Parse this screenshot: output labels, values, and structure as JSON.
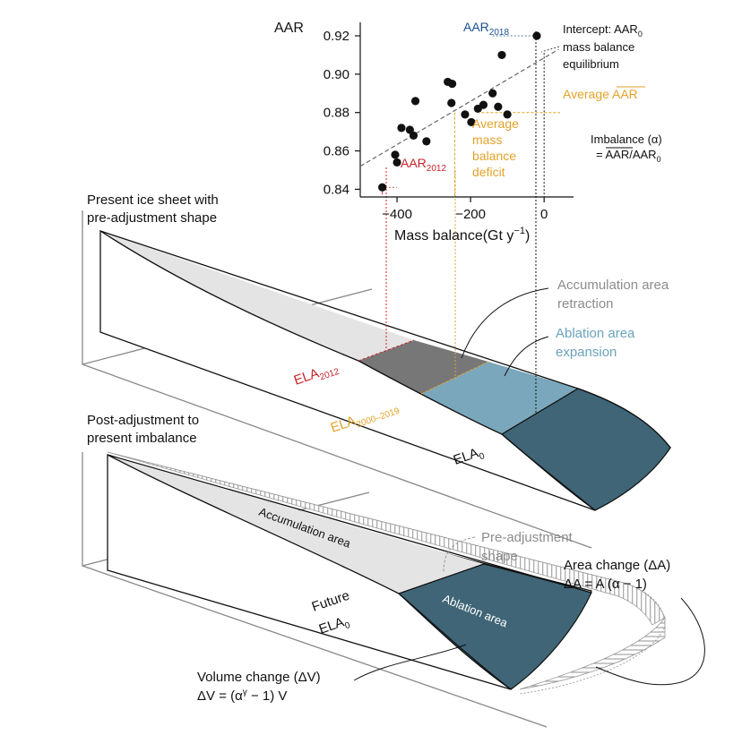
{
  "colors": {
    "ink": "#111111",
    "gray_text": "#8c8c8c",
    "red": "#c8242b",
    "orange": "#e3a229",
    "blue_label": "#1d4f91",
    "ablation_light": "#7aa7bc",
    "ablation_dark": "#3f6577",
    "retraction": "#777777",
    "accumulation": "#e4e4e4"
  },
  "scatter": {
    "y_title": "AAR",
    "x_title_main": "Mass balance(Gt y",
    "x_title_sup": "−1",
    "x_title_end": ")",
    "y_ticks": [
      "0.84",
      "0.86",
      "0.88",
      "0.90",
      "0.92"
    ],
    "x_ticks": [
      "−400",
      "−200",
      "0"
    ],
    "aar2018_main": "AAR",
    "aar2018_sub": "2018",
    "aar2012_main": "AAR",
    "aar2012_sub": "2012",
    "intercept_line1": "Intercept: AAR",
    "intercept_sub": "0",
    "intercept_line2": "mass balance",
    "intercept_line3": "equilibrium",
    "average_aar": "Average AAR",
    "deficit_line1": "Average",
    "deficit_line2": "mass",
    "deficit_line3": "balance",
    "deficit_line4": "deficit",
    "imbalance_line1": "Imbalance (α)",
    "imbalance_line2_a": "= AAR/AAR",
    "imbalance_line2_sub": "0"
  },
  "chart_data": {
    "type": "scatter",
    "title": "",
    "xlabel": "Mass balance(Gt y−1)",
    "ylabel": "AAR",
    "xlim": [
      -500,
      80
    ],
    "ylim": [
      0.836,
      0.927
    ],
    "x_ticks": [
      -400,
      -200,
      0
    ],
    "y_ticks": [
      0.84,
      0.86,
      0.88,
      0.9,
      0.92
    ],
    "points": [
      {
        "x": -440,
        "y": 0.841
      },
      {
        "x": -405,
        "y": 0.858
      },
      {
        "x": -400,
        "y": 0.854
      },
      {
        "x": -388,
        "y": 0.872
      },
      {
        "x": -365,
        "y": 0.871
      },
      {
        "x": -355,
        "y": 0.868
      },
      {
        "x": -350,
        "y": 0.886
      },
      {
        "x": -320,
        "y": 0.865
      },
      {
        "x": -262,
        "y": 0.896
      },
      {
        "x": -250,
        "y": 0.895
      },
      {
        "x": -252,
        "y": 0.885
      },
      {
        "x": -215,
        "y": 0.879
      },
      {
        "x": -198,
        "y": 0.875
      },
      {
        "x": -180,
        "y": 0.882
      },
      {
        "x": -165,
        "y": 0.884
      },
      {
        "x": -140,
        "y": 0.89
      },
      {
        "x": -125,
        "y": 0.883
      },
      {
        "x": -115,
        "y": 0.91
      },
      {
        "x": -100,
        "y": 0.879
      },
      {
        "x": -20,
        "y": 0.92
      }
    ],
    "trend": {
      "x1": -500,
      "y1": 0.852,
      "x2": 40,
      "y2": 0.913
    },
    "average_aar": 0.88,
    "aar2012_x": -440,
    "average_mass_balance": -243,
    "intercept_x": 0,
    "grid": false
  },
  "top_panel": {
    "title_line1": "Present ice sheet with",
    "title_line2": "pre-adjustment shape",
    "accumulation_retraction_1": "Accumulation area",
    "accumulation_retraction_2": "retraction",
    "ablation_expansion_1": "Ablation area",
    "ablation_expansion_2": "expansion",
    "ela2012_main": "ELA",
    "ela2012_sub": "2012",
    "ela2000_main": "ELA",
    "ela2000_sub": "2000–2019",
    "ela0_main": "ELA",
    "ela0_sub": "0"
  },
  "bottom_panel": {
    "title_line1": "Post-adjustment to",
    "title_line2": "present imbalance",
    "accumulation_area": "Accumulation area",
    "ablation_area": "Ablation area",
    "pre_adjustment_1": "Pre-adjustment",
    "pre_adjustment_2": "shape",
    "future_ela_1": "Future",
    "future_ela_2_main": "ELA",
    "future_ela_2_sub": "0",
    "area_change_1": "Area change (ΔA)",
    "area_change_2": "ΔA = A (α − 1)",
    "volume_change_1": "Volume change (ΔV)",
    "volume_change_2": "ΔV = (α",
    "volume_change_2_sup": "γ",
    "volume_change_2_end": " − 1)  V"
  }
}
